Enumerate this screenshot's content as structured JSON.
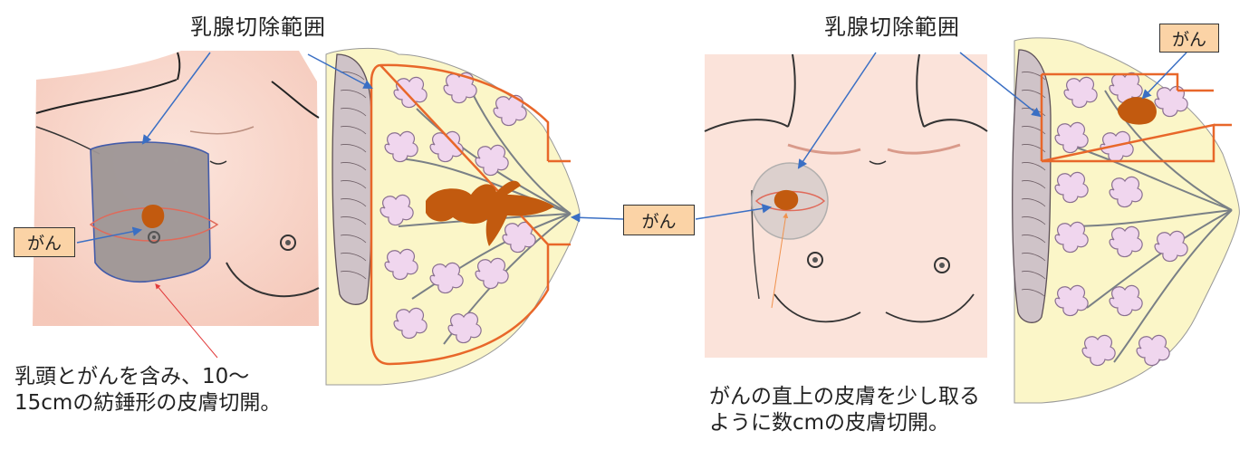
{
  "left": {
    "title": "乳腺切除範囲",
    "cancer_label": "がん",
    "caption_line1": "乳頭とがんを含み、10～",
    "caption_line2": "15cmの紡錘形の皮膚切開。"
  },
  "right": {
    "title": "乳腺切除範囲",
    "cancer_label_center": "がん",
    "cancer_label_top": "がん",
    "caption_line1": "がんの直上の皮膚を少し取る",
    "caption_line2": "ように数cmの皮膚切開。"
  },
  "colors": {
    "skin": "#f6c9b8",
    "tumor": "#c25a0f",
    "excision_gray": "#9e9696",
    "gland_yellow": "#fbf6c8",
    "lobule_pink": "#f0d6ee",
    "arrow_blue": "#3a6fc4",
    "orange_line": "#e8672a",
    "label_fill": "#fbd3a6"
  }
}
